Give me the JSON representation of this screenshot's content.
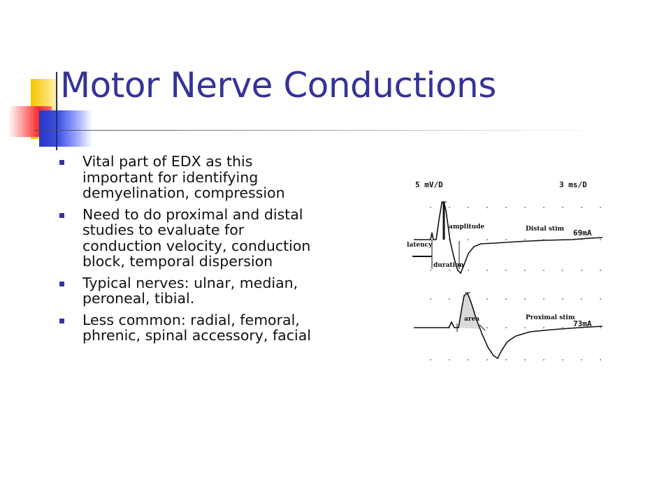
{
  "slide": {
    "title": "Motor Nerve Conductions",
    "bullets": [
      "Vital part of EDX as this important for identifying demyelination, compression",
      "Need to do proximal and distal studies to evaluate for conduction velocity, conduction block, temporal dispersion",
      "Typical nerves: ulnar, median, peroneal, tibial.",
      "Less common: radial, femoral, phrenic, spinal accessory, facial"
    ]
  },
  "figure": {
    "gain_label": "5 mV/D",
    "sweep_label": "3 ms/D",
    "distal": {
      "stim_label": "Distal stim",
      "current_label": "69mA",
      "amplitude_label": "amplitude",
      "latency_label": "latency",
      "duration_label": "duration"
    },
    "proximal": {
      "stim_label": "Proximal stim",
      "current_label": "73mA",
      "area_label": "area"
    },
    "colors": {
      "title": "#333399",
      "bullet": "#333399",
      "trace": "#111111",
      "area_fill": "#d9d9d9"
    }
  }
}
